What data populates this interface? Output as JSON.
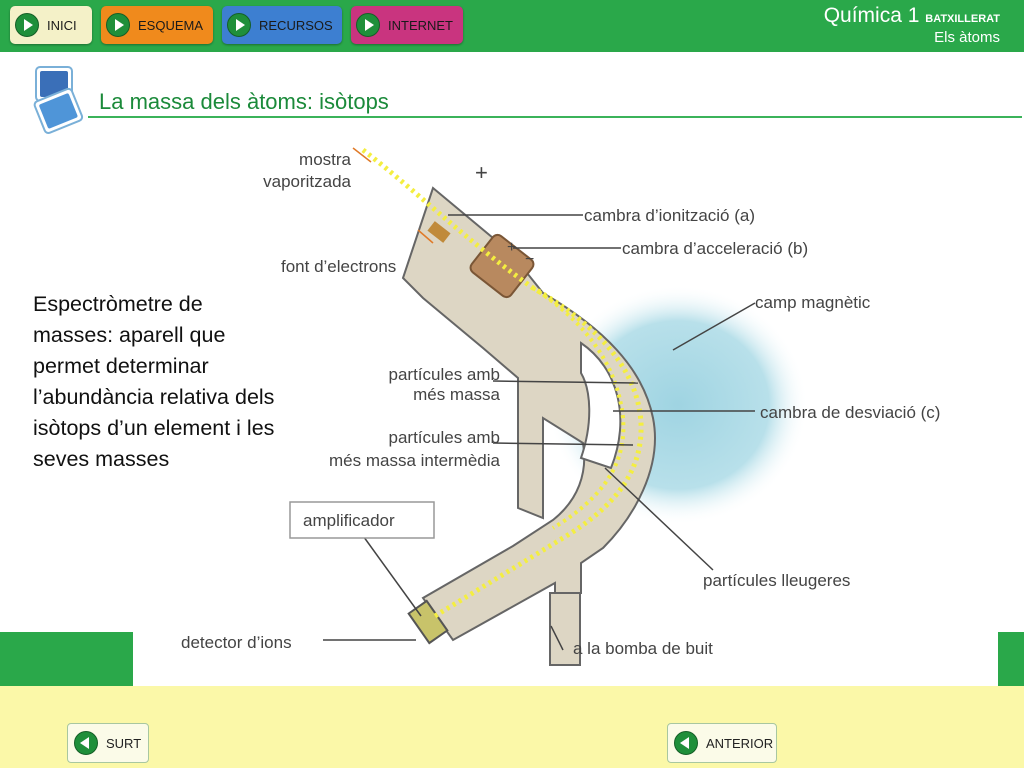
{
  "nav": {
    "buttons": [
      {
        "label": "INICI"
      },
      {
        "label": "ESQUEMA"
      },
      {
        "label": "RECURSOS"
      },
      {
        "label": "INTERNET"
      }
    ]
  },
  "header": {
    "course": "Química 1",
    "level": "BATXILLERAT",
    "unit": "Els àtoms"
  },
  "slide": {
    "title": "La massa dels àtoms: isòtops",
    "body": "Espectròmetre de masses: aparell que permet determinar l’abundància relativa dels isòtops d’un element i les seves masses"
  },
  "diagram": {
    "labels": {
      "mostra1": "mostra",
      "mostra2": "vaporitzada",
      "ionitzacio": "cambra d’ionització (a)",
      "acceleracio": "cambra d’acceleració (b)",
      "font": "font d’electrons",
      "camp": "camp magnètic",
      "massa1": "partícules amb",
      "massa2": "més massa",
      "desviacio": "cambra de desviació (c)",
      "inter1": "partícules amb",
      "inter2": "més massa intermèdia",
      "amplificador": "amplificador",
      "lleugeres": "partícules lleugeres",
      "detector": "detector d’ions",
      "bomba": "a la bomba de buit",
      "plus1": "+",
      "plus2": "+",
      "minus": "−"
    }
  },
  "footer": {
    "exit_label": "SURT",
    "prev_label": "ANTERIOR"
  },
  "colors": {
    "green": "#2aa84a",
    "yellow": "#fbf8a8",
    "esquema": "#f08a1c",
    "recursos": "#3d7fd1",
    "internet": "#c9347f"
  }
}
